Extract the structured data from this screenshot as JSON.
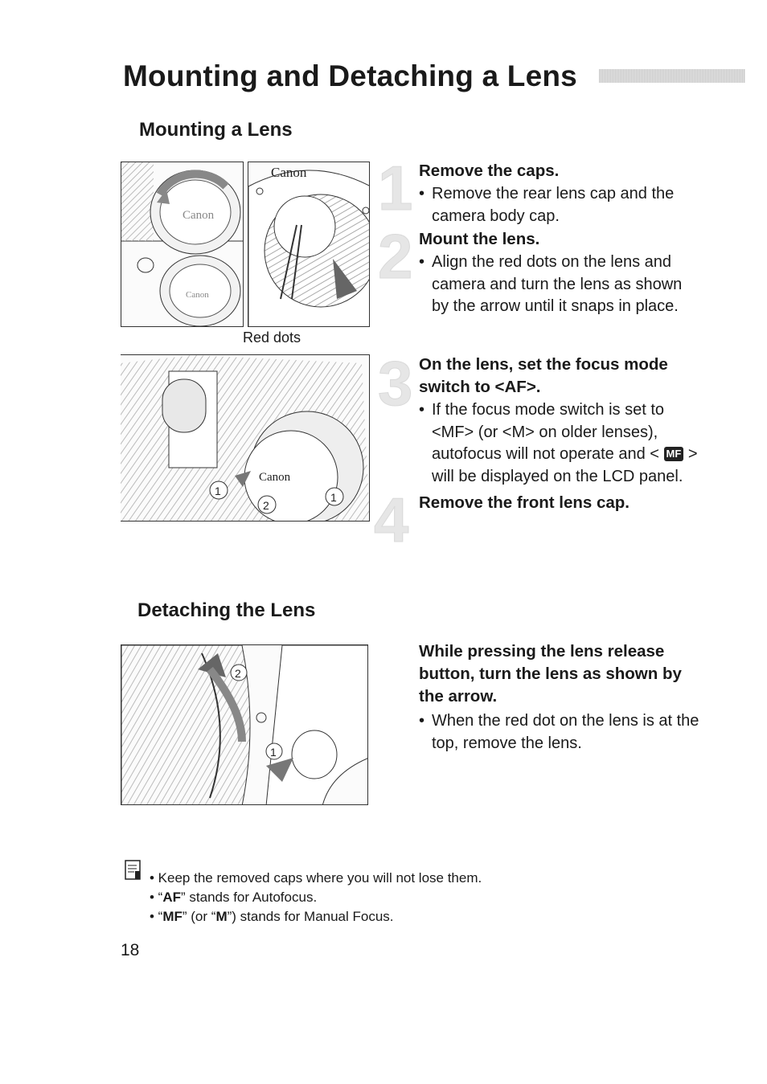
{
  "page": {
    "title": "Mounting and Detaching a Lens",
    "number": "18"
  },
  "mounting": {
    "section_title": "Mounting a Lens",
    "caption": "Red dots",
    "steps": [
      {
        "num": "1",
        "head": "Remove the caps.",
        "body": [
          "Remove the rear lens cap and the",
          "camera body cap."
        ]
      },
      {
        "num": "2",
        "head": "Mount the lens.",
        "body": [
          "Align the red dots on the lens and",
          "camera and turn the lens as shown",
          "by the arrow until it snaps in place."
        ]
      },
      {
        "num": "3",
        "head_lines": [
          "On the lens, set the focus mode",
          "switch to <AF>."
        ],
        "body_lines": [
          "If the focus mode switch is set to",
          "<MF> (or <M> on older lenses),",
          "autofocus will not operate and <",
          "will be displayed on the LCD panel."
        ],
        "mf_icon": "MF",
        "mf_close": ">"
      },
      {
        "num": "4",
        "head": "Remove the front lens cap."
      }
    ]
  },
  "detaching": {
    "section_title": "Detaching the Lens",
    "head_lines": [
      "While pressing the lens release",
      "button, turn the lens as shown by",
      "the arrow."
    ],
    "body": [
      "When the red dot on the lens is at the",
      "top, remove the lens."
    ]
  },
  "illustrations": {
    "brand": "Canon",
    "step_marks": [
      "1",
      "2"
    ]
  },
  "notes": {
    "icon": "memo-icon",
    "items": [
      {
        "pre": "• Keep the removed caps where you will not lose them.",
        "bold": "",
        "post": ""
      },
      {
        "pre": "• “",
        "bold": "AF",
        "post": "” stands for Autofocus."
      },
      {
        "pre": "• “",
        "bold": "MF",
        "mid": "” (or “",
        "bold2": "M",
        "post": "”) stands for Manual Focus."
      }
    ]
  }
}
